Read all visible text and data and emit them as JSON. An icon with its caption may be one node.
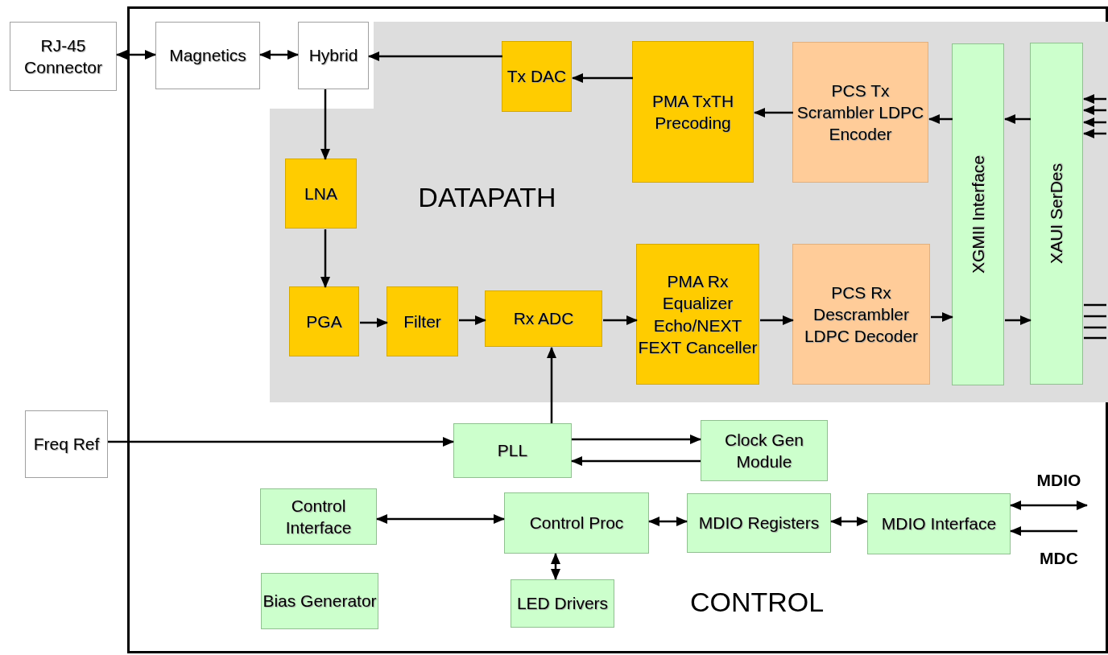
{
  "diagram": {
    "nodes": [
      {
        "text": [],
        "shape": "box"
      },
      {
        "text": [
          "RJ-45 Connector"
        ]
      },
      {
        "text": [
          "Magnetics"
        ],
        "in": 0
      },
      {
        "text": [
          "Hybrid"
        ],
        "in": 0
      },
      {
        "text": [
          "DATAPATH"
        ],
        "in": 0
      },
      {
        "text": [
          "Tx DAC"
        ],
        "in": 4
      },
      {
        "text": [
          "PMA TxTH Precoding"
        ],
        "in": 4
      },
      {
        "text": [
          "PCS Tx Scrambler LDPC Encoder"
        ],
        "in": 4
      },
      {
        "text": [
          "XGMII Interface"
        ],
        "in": 4
      },
      {
        "text": [
          "XAUI SerDes"
        ],
        "in": 4
      },
      {
        "text": [
          "LNA"
        ],
        "in": 4
      },
      {
        "text": [
          "PGA"
        ],
        "in": 4
      },
      {
        "text": [
          "Filter"
        ],
        "in": 4
      },
      {
        "text": [
          "Rx ADC"
        ],
        "in": 4
      },
      {
        "text": [
          "PMA Rx Equalizer Echo/NEXT FEXT Canceller"
        ],
        "in": 4
      },
      {
        "text": [
          "PCS Rx Descrambler LDPC Decoder"
        ],
        "in": 4
      },
      {
        "text": [
          "Freq Ref"
        ]
      },
      {
        "text": [
          "PLL"
        ],
        "in": 0
      },
      {
        "text": [
          "Clock Gen Module"
        ],
        "in": 0
      },
      {
        "text": [
          "Control Interface"
        ],
        "in": 0
      },
      {
        "text": [
          "Control Proc"
        ],
        "in": 0
      },
      {
        "text": [
          "MDIO Registers"
        ],
        "in": 0
      },
      {
        "text": [
          "MDIO Interface"
        ],
        "in": 0
      },
      {
        "text": [
          "Bias Generator"
        ],
        "in": 0
      },
      {
        "text": [
          "LED Drivers"
        ],
        "in": 0
      }
    ],
    "edges": [
      {
        "from": 1,
        "to": 2,
        "arrow": "both"
      },
      {
        "from": 2,
        "to": 3,
        "arrow": "both"
      },
      {
        "from": 5,
        "to": 3,
        "arrow": "to"
      },
      {
        "from": 6,
        "to": 5,
        "arrow": "to"
      },
      {
        "from": 7,
        "to": 6,
        "arrow": "to"
      },
      {
        "from": 8,
        "to": 7,
        "arrow": "to"
      },
      {
        "from": 9,
        "to": 8,
        "arrow": "to"
      },
      {
        "from": 3,
        "to": 10,
        "arrow": "to"
      },
      {
        "from": 10,
        "to": 11,
        "arrow": "to"
      },
      {
        "from": 11,
        "to": 12,
        "arrow": "to"
      },
      {
        "from": 12,
        "to": 13,
        "arrow": "to"
      },
      {
        "from": 13,
        "to": 14,
        "arrow": "to"
      },
      {
        "from": 14,
        "to": 15,
        "arrow": "to"
      },
      {
        "from": 15,
        "to": 8,
        "arrow": "to"
      },
      {
        "from": 8,
        "to": 9,
        "arrow": "to"
      },
      {
        "from": 17,
        "to": 13,
        "arrow": "to"
      },
      {
        "from": 16,
        "to": 17,
        "arrow": "to"
      },
      {
        "from": 17,
        "to": 18,
        "arrow": "to"
      },
      {
        "from": 18,
        "to": 17,
        "arrow": "to"
      },
      {
        "from": 19,
        "to": 20,
        "arrow": "both"
      },
      {
        "from": 20,
        "to": 21,
        "arrow": "both"
      },
      {
        "from": 21,
        "to": 22,
        "arrow": "both"
      },
      {
        "from": 20,
        "to": 24,
        "arrow": "both"
      },
      {
        "from": null,
        "to": 9,
        "arrow": "to"
      },
      {
        "from": null,
        "to": 9,
        "arrow": "to"
      },
      {
        "from": null,
        "to": 9,
        "arrow": "to"
      },
      {
        "from": null,
        "to": 9,
        "arrow": "to"
      },
      {
        "from": 9,
        "to": null,
        "arrow": "none"
      },
      {
        "from": 9,
        "to": null,
        "arrow": "none"
      },
      {
        "from": 9,
        "to": null,
        "arrow": "none"
      },
      {
        "from": 9,
        "to": null,
        "arrow": "none"
      },
      {
        "from": 22,
        "to": null,
        "arrow": "both",
        "label": "MDIO"
      },
      {
        "from": null,
        "to": 22,
        "arrow": "to",
        "label": "MDC"
      }
    ],
    "labels": [
      "CONTROL"
    ]
  }
}
